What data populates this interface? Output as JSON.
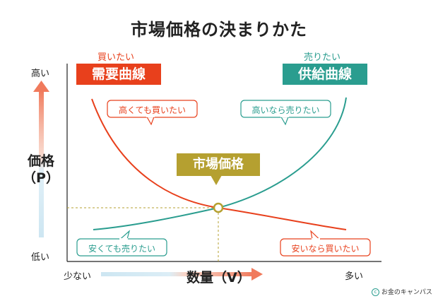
{
  "title": "市場価格の決まりかた",
  "y_axis": {
    "label_line1": "価格",
    "label_line2": "（P）",
    "top": "高い",
    "bottom": "低い"
  },
  "x_axis": {
    "label": "数量（V）",
    "left": "少ない",
    "right": "多い"
  },
  "demand": {
    "caption": "買いたい",
    "name": "需要曲線",
    "bubble_high": "高くても買いたい",
    "bubble_low": "安いなら買いたい",
    "color": "#e8401c"
  },
  "supply": {
    "caption": "売りたい",
    "name": "供給曲線",
    "bubble_high": "高いなら売りたい",
    "bubble_low": "安くても売りたい",
    "color": "#2a9d8f"
  },
  "equilibrium": {
    "label": "市場価格",
    "color": "#b5a030"
  },
  "credit": "お金のキャンパス"
}
